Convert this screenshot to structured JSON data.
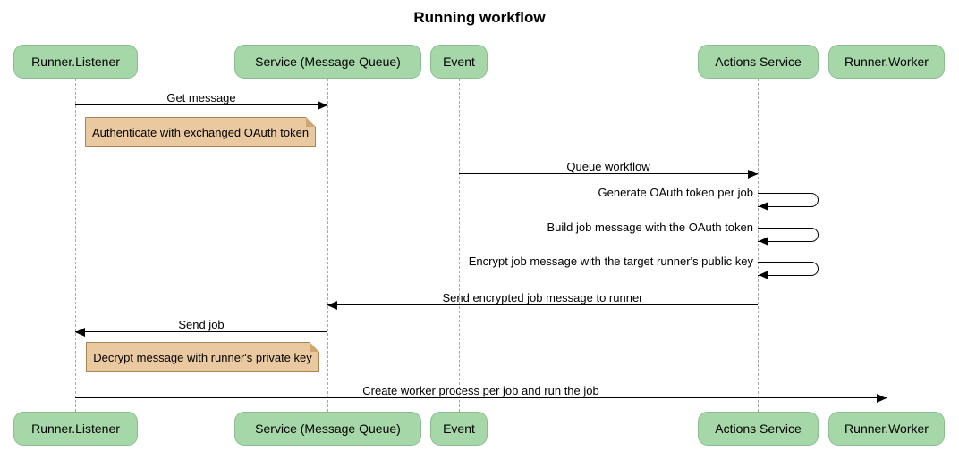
{
  "title": "Running workflow",
  "actors": [
    {
      "label": "Runner.Listener"
    },
    {
      "label": "Service (Message Queue)"
    },
    {
      "label": "Event"
    },
    {
      "label": "Actions Service"
    },
    {
      "label": "Runner.Worker"
    }
  ],
  "messages": [
    {
      "label": "Get message",
      "from": "Runner.Listener",
      "to": "Service (Message Queue)",
      "kind": "arrow"
    },
    {
      "label": "Queue workflow",
      "from": "Event",
      "to": "Actions Service",
      "kind": "arrow"
    },
    {
      "label": "Generate OAuth token per job",
      "from": "Actions Service",
      "to": "Actions Service",
      "kind": "self"
    },
    {
      "label": "Build job message with the OAuth token",
      "from": "Actions Service",
      "to": "Actions Service",
      "kind": "self"
    },
    {
      "label": "Encrypt job message with the target runner's public key",
      "from": "Actions Service",
      "to": "Actions Service",
      "kind": "self"
    },
    {
      "label": "Send encrypted job message to runner",
      "from": "Actions Service",
      "to": "Service (Message Queue)",
      "kind": "arrow"
    },
    {
      "label": "Send job",
      "from": "Service (Message Queue)",
      "to": "Runner.Listener",
      "kind": "arrow"
    },
    {
      "label": "Create worker process per job and run the job",
      "from": "Runner.Listener",
      "to": "Runner.Worker",
      "kind": "arrow"
    }
  ],
  "notes": [
    {
      "label": "Authenticate with exchanged OAuth token"
    },
    {
      "label": "Decrypt message with runner's private key"
    }
  ],
  "colors": {
    "actor_fill": "#a6d7a8",
    "actor_border": "#8cbd90",
    "note_fill": "#eac9a1",
    "note_border": "#ad8453",
    "lifeline": "#a8a8a8",
    "line": "#000000",
    "text": "#000000",
    "background": "#ffffff"
  }
}
